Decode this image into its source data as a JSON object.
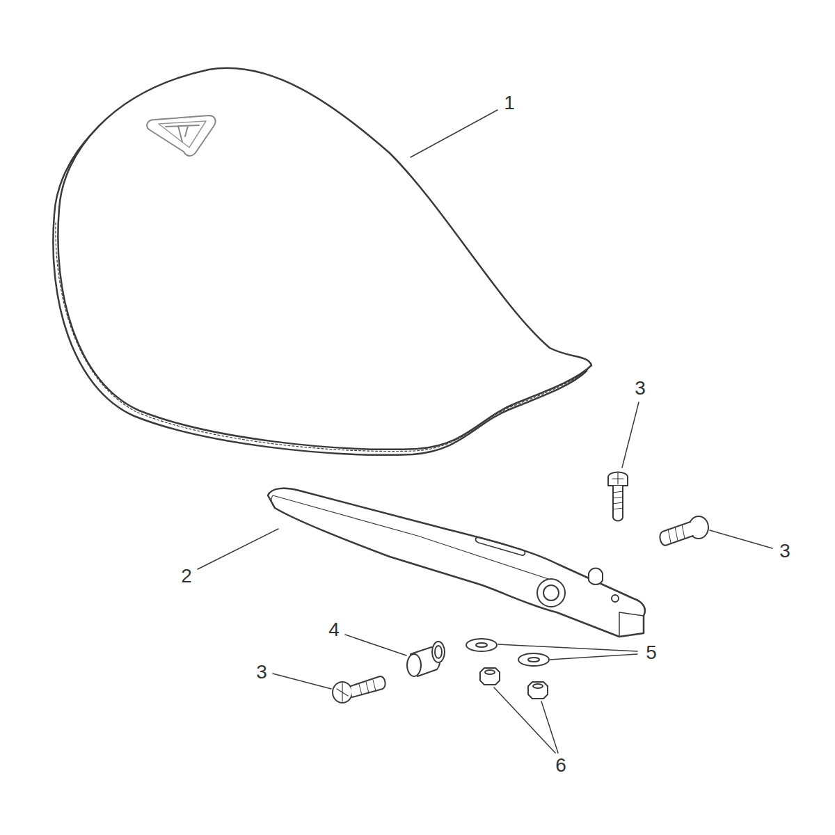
{
  "diagram": {
    "labels": [
      "1",
      "3",
      "3",
      "2",
      "4",
      "5",
      "3",
      "6"
    ]
  }
}
